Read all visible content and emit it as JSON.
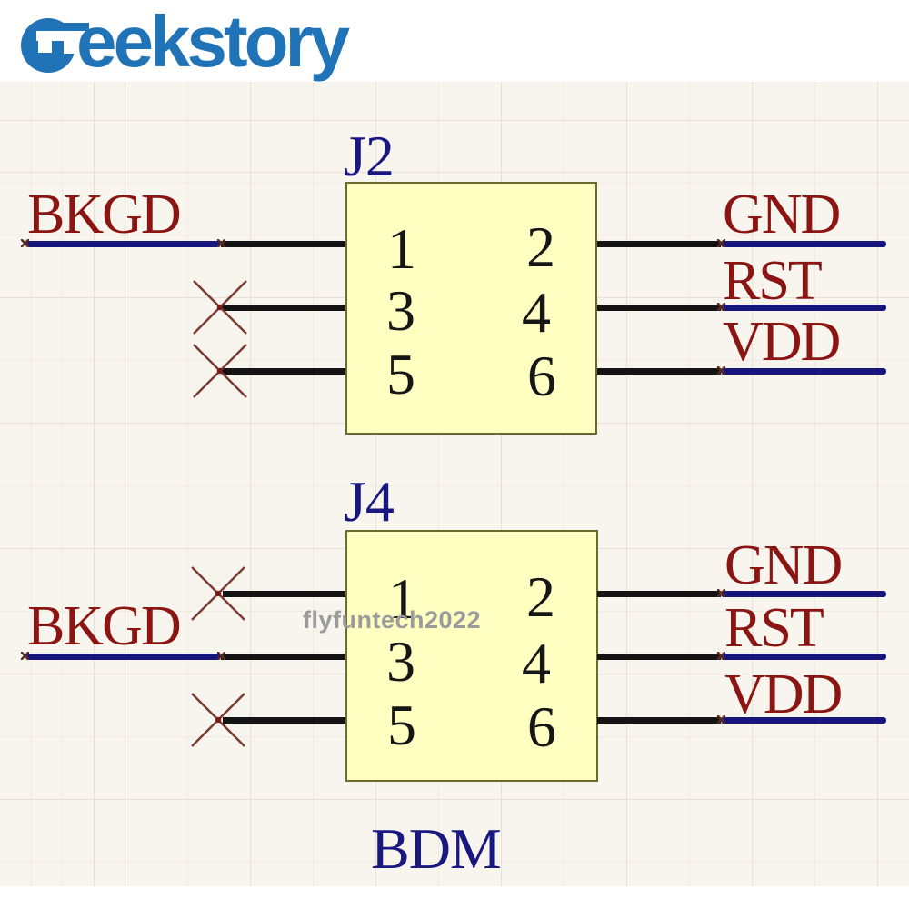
{
  "brand": {
    "name": "Geekstory",
    "wordmark_tail": "eekstory"
  },
  "watermark": "flyfuntech2022",
  "colors": {
    "brand_blue": "#2173b8",
    "sheet_bg": "#f8f5ee",
    "grid_major": "#e6e0d5",
    "grid_minor": "#f0ebe1",
    "box_fill": "#ffffc2",
    "box_border": "#6a6a2c",
    "wire_black": "#141414",
    "wire_blue": "#16167d",
    "net_label": "#8b1512",
    "designator": "#181880",
    "no_connect": "#7b3a32",
    "watermark_color": "#9b9b9b"
  },
  "schematic": {
    "bottom_label": "BDM",
    "connectors": [
      {
        "designator": "J2",
        "pins": {
          "left": [
            "1",
            "3",
            "5"
          ],
          "right": [
            "2",
            "4",
            "6"
          ]
        },
        "left_labels": [
          {
            "pin": "1",
            "text": "BKGD"
          }
        ],
        "right_labels": [
          {
            "pin": "2",
            "text": "GND"
          },
          {
            "pin": "4",
            "text": "RST"
          },
          {
            "pin": "6",
            "text": "VDD"
          }
        ],
        "no_connect_pins": [
          "3",
          "5"
        ]
      },
      {
        "designator": "J4",
        "pins": {
          "left": [
            "1",
            "3",
            "5"
          ],
          "right": [
            "2",
            "4",
            "6"
          ]
        },
        "left_labels": [
          {
            "pin": "3",
            "text": "BKGD"
          }
        ],
        "right_labels": [
          {
            "pin": "2",
            "text": "GND"
          },
          {
            "pin": "4",
            "text": "RST"
          },
          {
            "pin": "6",
            "text": "VDD"
          }
        ],
        "no_connect_pins": [
          "1",
          "5"
        ]
      }
    ]
  }
}
